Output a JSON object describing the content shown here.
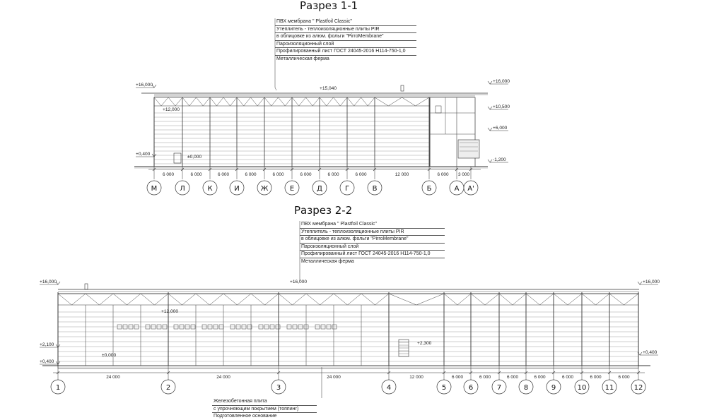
{
  "section1": {
    "title": "Разрез 1-1",
    "notes": [
      "ПВХ мембрана \" Plastfoil Classic\"",
      "Утеплитель - теплоизоляционные плиты PIR",
      "в облицовке из алюм. фольги \"PirroMembrane\"",
      "Пароизоляционный слой",
      "Профилированный лист ГОСТ 24045-2016 Н114-750-1,0",
      "Металлическая ферма"
    ],
    "levels_left": [
      "+16,000",
      "+0,400"
    ],
    "levels_right": [
      "+16,000",
      "+10,500",
      "+6,000",
      "-1,200"
    ],
    "levels_inside": [
      "+15,040",
      "+12,000",
      "±0,000"
    ],
    "dims": [
      "6 000",
      "6 000",
      "6 000",
      "6 000",
      "6 000",
      "6 000",
      "6 000",
      "6 000",
      "12 000",
      "6 000",
      "3 000"
    ],
    "axes": [
      "М",
      "Л",
      "К",
      "И",
      "Ж",
      "Е",
      "Д",
      "Г",
      "В",
      "Б",
      "А",
      "А'"
    ]
  },
  "section2": {
    "title": "Разрез 2-2",
    "notes": [
      "ПВХ мембрана \" Plastfoil Classic\"",
      "Утеплитель - теплоизоляционные плиты PIR",
      "в облицовке из алюм. фольги \"PirroMembrane\"",
      "Пароизоляционный слой",
      "Профилированный лист ГОСТ 24045-2016 Н114-750-1,0",
      "Металлическая ферма"
    ],
    "levels_left": [
      "+16,000",
      "+2,100",
      "+0,400"
    ],
    "levels_right": [
      "+16,000",
      "+0,400"
    ],
    "levels_inside": [
      "+16,000",
      "+12,000",
      "±0,000",
      "+2,300"
    ],
    "dims": [
      "24 000",
      "24 000",
      "24 000",
      "12 000",
      "6 000",
      "6 000",
      "6 000",
      "6 000",
      "6 000",
      "6 000",
      "6 000"
    ],
    "axes": [
      "1",
      "2",
      "3",
      "4",
      "5",
      "6",
      "7",
      "8",
      "9",
      "10",
      "11",
      "12"
    ],
    "floor_notes": [
      "Железобетонная плита",
      "с упрочняющим покрытием (топпинг)",
      "Подготовленное основание"
    ]
  }
}
